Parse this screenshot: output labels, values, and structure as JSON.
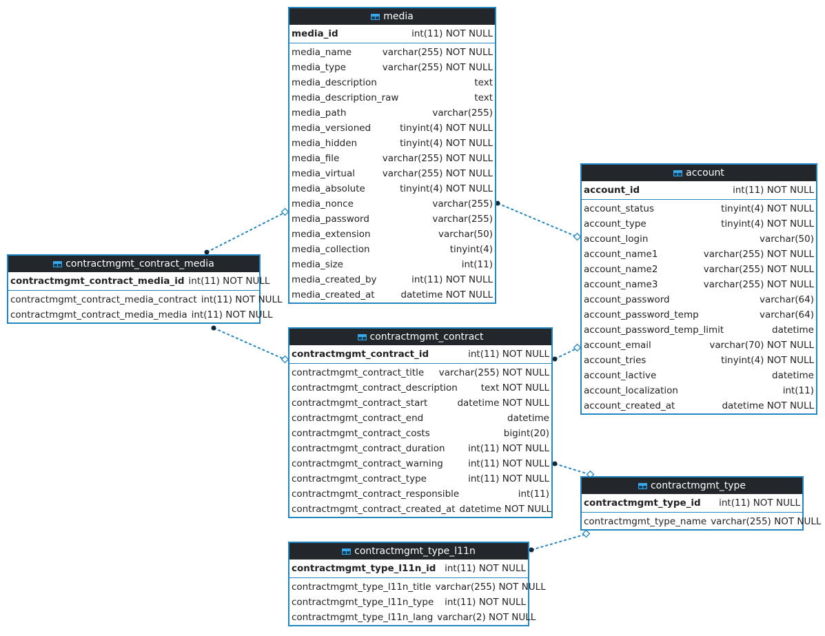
{
  "tables": {
    "media": {
      "title": "media",
      "pk": {
        "name": "media_id",
        "type": "int(11) NOT NULL"
      },
      "columns": [
        {
          "name": "media_name",
          "type": "varchar(255) NOT NULL"
        },
        {
          "name": "media_type",
          "type": "varchar(255) NOT NULL"
        },
        {
          "name": "media_description",
          "type": "text"
        },
        {
          "name": "media_description_raw",
          "type": "text"
        },
        {
          "name": "media_path",
          "type": "varchar(255)"
        },
        {
          "name": "media_versioned",
          "type": "tinyint(4) NOT NULL"
        },
        {
          "name": "media_hidden",
          "type": "tinyint(4) NOT NULL"
        },
        {
          "name": "media_file",
          "type": "varchar(255) NOT NULL"
        },
        {
          "name": "media_virtual",
          "type": "varchar(255) NOT NULL"
        },
        {
          "name": "media_absolute",
          "type": "tinyint(4) NOT NULL"
        },
        {
          "name": "media_nonce",
          "type": "varchar(255)"
        },
        {
          "name": "media_password",
          "type": "varchar(255)"
        },
        {
          "name": "media_extension",
          "type": "varchar(50)"
        },
        {
          "name": "media_collection",
          "type": "tinyint(4)"
        },
        {
          "name": "media_size",
          "type": "int(11)"
        },
        {
          "name": "media_created_by",
          "type": "int(11) NOT NULL"
        },
        {
          "name": "media_created_at",
          "type": "datetime NOT NULL"
        }
      ]
    },
    "account": {
      "title": "account",
      "pk": {
        "name": "account_id",
        "type": "int(11) NOT NULL"
      },
      "columns": [
        {
          "name": "account_status",
          "type": "tinyint(4) NOT NULL"
        },
        {
          "name": "account_type",
          "type": "tinyint(4) NOT NULL"
        },
        {
          "name": "account_login",
          "type": "varchar(50)"
        },
        {
          "name": "account_name1",
          "type": "varchar(255) NOT NULL"
        },
        {
          "name": "account_name2",
          "type": "varchar(255) NOT NULL"
        },
        {
          "name": "account_name3",
          "type": "varchar(255) NOT NULL"
        },
        {
          "name": "account_password",
          "type": "varchar(64)"
        },
        {
          "name": "account_password_temp",
          "type": "varchar(64)"
        },
        {
          "name": "account_password_temp_limit",
          "type": "datetime"
        },
        {
          "name": "account_email",
          "type": "varchar(70) NOT NULL"
        },
        {
          "name": "account_tries",
          "type": "tinyint(4) NOT NULL"
        },
        {
          "name": "account_lactive",
          "type": "datetime"
        },
        {
          "name": "account_localization",
          "type": "int(11)"
        },
        {
          "name": "account_created_at",
          "type": "datetime NOT NULL"
        }
      ]
    },
    "contract_media": {
      "title": "contractmgmt_contract_media",
      "pk": {
        "name": "contractmgmt_contract_media_id",
        "type": "int(11) NOT NULL"
      },
      "columns": [
        {
          "name": "contractmgmt_contract_media_contract",
          "type": "int(11) NOT NULL"
        },
        {
          "name": "contractmgmt_contract_media_media",
          "type": "int(11) NOT NULL"
        }
      ]
    },
    "contract": {
      "title": "contractmgmt_contract",
      "pk": {
        "name": "contractmgmt_contract_id",
        "type": "int(11) NOT NULL"
      },
      "columns": [
        {
          "name": "contractmgmt_contract_title",
          "type": "varchar(255) NOT NULL"
        },
        {
          "name": "contractmgmt_contract_description",
          "type": "text NOT NULL"
        },
        {
          "name": "contractmgmt_contract_start",
          "type": "datetime NOT NULL"
        },
        {
          "name": "contractmgmt_contract_end",
          "type": "datetime"
        },
        {
          "name": "contractmgmt_contract_costs",
          "type": "bigint(20)"
        },
        {
          "name": "contractmgmt_contract_duration",
          "type": "int(11) NOT NULL"
        },
        {
          "name": "contractmgmt_contract_warning",
          "type": "int(11) NOT NULL"
        },
        {
          "name": "contractmgmt_contract_type",
          "type": "int(11) NOT NULL"
        },
        {
          "name": "contractmgmt_contract_responsible",
          "type": "int(11)"
        },
        {
          "name": "contractmgmt_contract_created_at",
          "type": "datetime NOT NULL"
        }
      ]
    },
    "type": {
      "title": "contractmgmt_type",
      "pk": {
        "name": "contractmgmt_type_id",
        "type": "int(11) NOT NULL"
      },
      "columns": [
        {
          "name": "contractmgmt_type_name",
          "type": "varchar(255) NOT NULL"
        }
      ]
    },
    "type_l11n": {
      "title": "contractmgmt_type_l11n",
      "pk": {
        "name": "contractmgmt_type_l11n_id",
        "type": "int(11) NOT NULL"
      },
      "columns": [
        {
          "name": "contractmgmt_type_l11n_title",
          "type": "varchar(255) NOT NULL"
        },
        {
          "name": "contractmgmt_type_l11n_type",
          "type": "int(11) NOT NULL"
        },
        {
          "name": "contractmgmt_type_l11n_lang",
          "type": "varchar(2) NOT NULL"
        }
      ]
    }
  },
  "colors": {
    "border": "#1f86c1",
    "header": "#23272b",
    "relation": "#1f86c1"
  }
}
